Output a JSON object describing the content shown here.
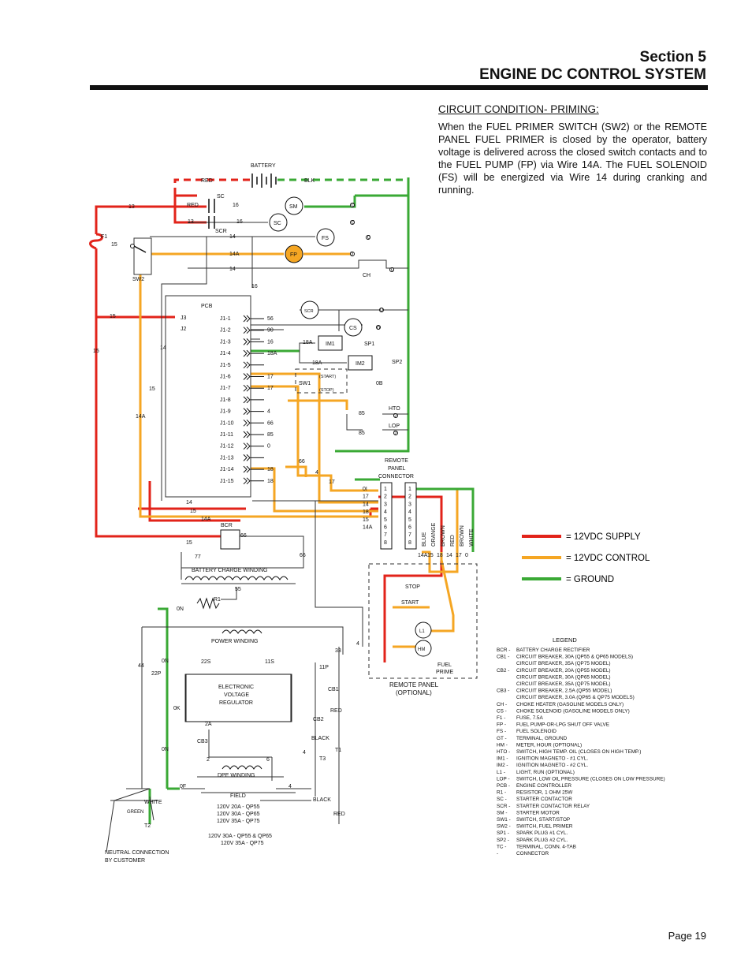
{
  "header": {
    "section": "Section 5",
    "title": "ENGINE DC CONTROL SYSTEM"
  },
  "circuit": {
    "title": "CIRCUIT CONDITION- PRIMING:",
    "body": "When the FUEL PRIMER SWITCH (SW2) or the REMOTE PANEL FUEL PRIMER is closed by the operator, battery voltage is delivered across the closed switch contacts and to the FUEL PUMP (FP) via Wire 14A. The FUEL SOLENOID (FS) will be energized via Wire 14 during cranking and running."
  },
  "colors": {
    "supply": "#e2231a",
    "control": "#f5a623",
    "ground": "#3aa935",
    "line": "#333333"
  },
  "key": [
    {
      "color": "#e2231a",
      "label": "= 12VDC SUPPLY"
    },
    {
      "color": "#f5a623",
      "label": "= 12VDC CONTROL"
    },
    {
      "color": "#3aa935",
      "label": "= GROUND"
    }
  ],
  "legend": {
    "title": "LEGEND",
    "items": [
      {
        "code": "BCR -",
        "desc": "BATTERY CHARGE RECTIFIER"
      },
      {
        "code": "CB1 -",
        "desc": "CIRCUIT BREAKER, 30A (QP55 & QP65 MODELS)"
      },
      {
        "code": "",
        "desc": "CIRCUIT BREAKER, 35A (QP75 MODEL)"
      },
      {
        "code": "CB2 -",
        "desc": "CIRCUIT BREAKER, 20A (QP55 MODEL)"
      },
      {
        "code": "",
        "desc": "CIRCUIT BREAKER, 30A (QP65 MODEL)"
      },
      {
        "code": "",
        "desc": "CIRCUIT BREAKER, 35A (QP75 MODEL)"
      },
      {
        "code": "CB3 -",
        "desc": "CIRCUIT BREAKER, 2.5A (QP55 MODEL)"
      },
      {
        "code": "",
        "desc": "CIRCUIT BREAKER, 3.0A (QP65 & QP75 MODELS)"
      },
      {
        "code": "CH -",
        "desc": "CHOKE HEATER (GASOLINE MODELS ONLY)"
      },
      {
        "code": "CS -",
        "desc": "CHOKE SOLENOID (GASOLINE MODELS ONLY)"
      },
      {
        "code": "F1 -",
        "desc": "FUSE, 7.5A"
      },
      {
        "code": "FP -",
        "desc": "FUEL PUMP-OR-LPG SHUT OFF VALVE"
      },
      {
        "code": "FS -",
        "desc": "FUEL SOLENOID"
      },
      {
        "code": "GT -",
        "desc": "TERMINAL, GROUND"
      },
      {
        "code": "HM -",
        "desc": "METER, HOUR (OPTIONAL)"
      },
      {
        "code": "HTO -",
        "desc": "SWITCH, HIGH TEMP. OIL (CLOSES ON HIGH TEMP.)"
      },
      {
        "code": "IM1 -",
        "desc": "IGNITION MAGNETO - #1 CYL."
      },
      {
        "code": "IM2 -",
        "desc": "IGNITION MAGNETO - #2 CYL."
      },
      {
        "code": "L1 -",
        "desc": "LIGHT, RUN (OPTIONAL)"
      },
      {
        "code": "LOP -",
        "desc": "SWITCH, LOW OIL PRESSURE (CLOSES ON LOW PRESSURE)"
      },
      {
        "code": "PCB -",
        "desc": "ENGINE CONTROLLER"
      },
      {
        "code": "R1 -",
        "desc": "RESISTOR, 1 OHM 25W"
      },
      {
        "code": "SC -",
        "desc": "STARTER CONTACTOR"
      },
      {
        "code": "SCR -",
        "desc": "STARTER CONTACTOR RELAY"
      },
      {
        "code": "SM -",
        "desc": "STARTER MOTOR"
      },
      {
        "code": "SW1 -",
        "desc": "SWITCH, START/STOP"
      },
      {
        "code": "SW2 -",
        "desc": "SWITCH, FUEL PRIMER"
      },
      {
        "code": "SP1 -",
        "desc": "SPARK PLUG #1 CYL."
      },
      {
        "code": "SP2 -",
        "desc": "SPARK PLUG #2 CYL."
      },
      {
        "code": "TC -",
        "desc": "TERMINAL, CONN. 4-TAB"
      },
      {
        "code": "-",
        "desc": "CONNECTOR"
      }
    ]
  },
  "labels": {
    "battery": "BATTERY",
    "red": "RED",
    "blk": "BLK",
    "sc": "SC",
    "scr": "SCR",
    "sm": "SM",
    "fs": "FS",
    "fp": "FP",
    "ch": "CH",
    "cs": "CS",
    "f1": "F1",
    "sw2": "SW2",
    "pcb": "PCB",
    "j3": "J3",
    "j2": "J2",
    "im1": "IM1",
    "im2": "IM2",
    "sp1": "SP1",
    "sp2": "SP2",
    "sw1": "SW1",
    "start": "(START)",
    "stop": "(STOP)",
    "hto": "HTO",
    "lop": "LOP",
    "rpc": "REMOTE",
    "rpc2": "PANEL",
    "rpc3": "CONNECTOR",
    "bcr": "BCR",
    "bcw": "BATTERY CHARGE WINDING",
    "r1": "R1",
    "pw": "POWER WINDING",
    "evr1": "ELECTRONIC",
    "evr2": "VOLTAGE",
    "evr3": "REGULATOR",
    "cb1": "CB1",
    "cb2": "CB2",
    "cb3": "CB3",
    "black": "BLACK",
    "t1": "T1",
    "t2": "T2",
    "t3": "T3",
    "dpe": "DPE WINDING",
    "field": "FIELD",
    "white": "WHITE",
    "green": "GREEN",
    "neutral1": "NEUTRAL CONNECTION",
    "neutral2": "BY CUSTOMER",
    "m1": "120V 20A - QP55",
    "m2": "120V 30A - QP65",
    "m3": "120V 35A - QP75",
    "m4": "120V 30A - QP55 & QP65",
    "m5": "120V 35A - QP75",
    "hm": "HM",
    "l1": "L1",
    "rp_stop": "STOP",
    "rp_start": "START",
    "fuel": "FUEL",
    "prime": "PRIME",
    "rp1": "REMOTE PANEL",
    "rp2": "(OPTIONAL)"
  },
  "pcb_pins": [
    "J1-1",
    "J1-2",
    "J1-3",
    "J1-4",
    "J1-5",
    "J1-6",
    "J1-7",
    "J1-8",
    "J1-9",
    "J1-10",
    "J1-11",
    "J1-12",
    "J1-13",
    "J1-14",
    "J1-15"
  ],
  "pcb_wires": [
    "56",
    "90",
    "16",
    "18A",
    "",
    "17",
    "17",
    "",
    "4",
    "66",
    "85",
    "0",
    "",
    "18",
    "18"
  ],
  "connector_left": [
    "0I",
    "17",
    "14",
    "18",
    "15",
    "14A",
    "",
    ""
  ],
  "connector_right": [
    "",
    "",
    "",
    "",
    "",
    "",
    "",
    ""
  ],
  "connector_pins": [
    "1",
    "2",
    "3",
    "4",
    "5",
    "6",
    "7",
    "8"
  ],
  "wire_colors": [
    "BLUE",
    "ORANGE",
    "BROWN",
    "RED",
    "BROWN",
    "WHITE"
  ],
  "remote_wires": [
    "14A",
    "15",
    "18",
    "14",
    "17",
    "0"
  ],
  "wires": {
    "w13": "13",
    "w16": "16",
    "w14": "14",
    "w14a": "14A",
    "w15": "15",
    "w0": "0",
    "w56": "56",
    "w90": "90",
    "w18a": "18A",
    "w17": "17",
    "w4": "4",
    "w66": "66",
    "w85": "85",
    "w0b": "0B",
    "w77": "77",
    "w55": "55",
    "w0n": "0N",
    "w44": "44",
    "w22p": "22P",
    "w22s": "22S",
    "w11s": "11S",
    "w11p": "11P",
    "w33": "33",
    "w2a": "2A",
    "w2": "2",
    "w6": "6",
    "w0k": "0K",
    "w0f": "0F"
  },
  "page": "Page 19"
}
